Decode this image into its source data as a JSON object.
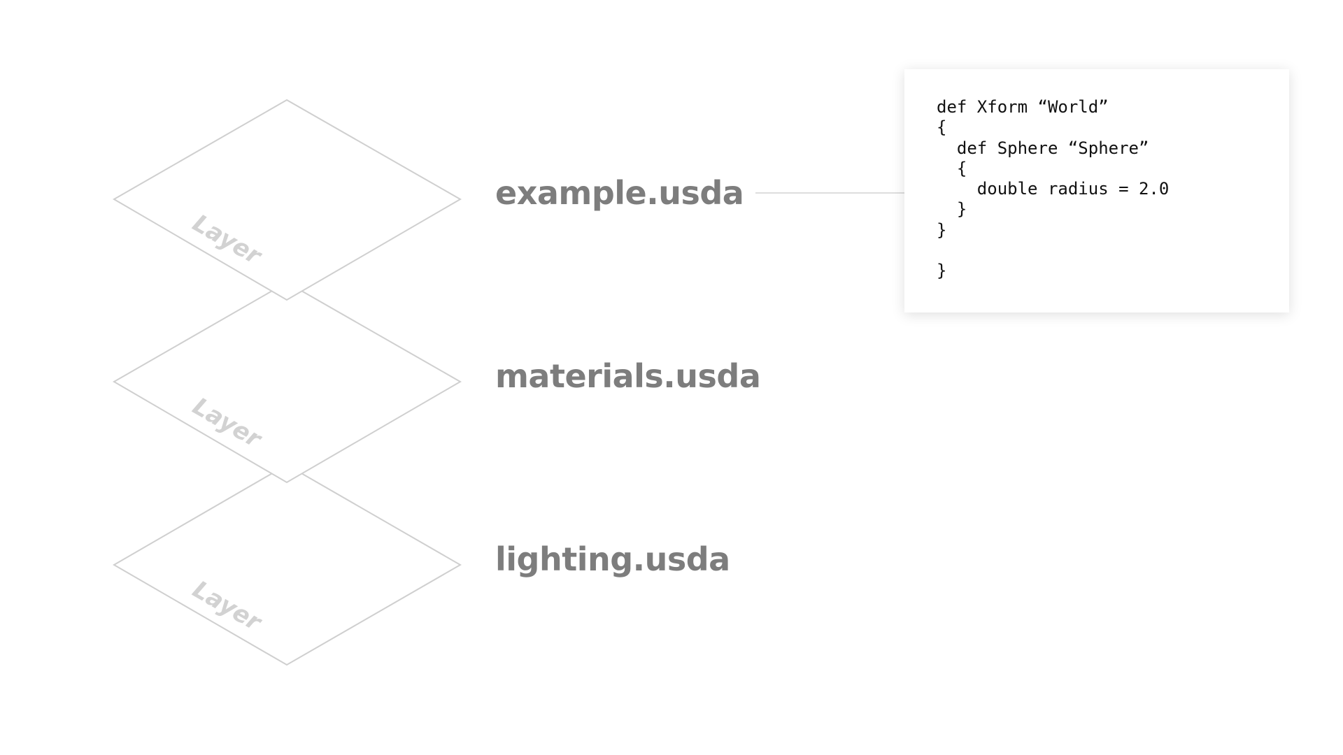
{
  "layers": [
    {
      "file": "example.usda",
      "tag": "Layer"
    },
    {
      "file": "materials.usda",
      "tag": "Layer"
    },
    {
      "file": "lighting.usda",
      "tag": "Layer"
    }
  ],
  "code": {
    "lines": [
      "def Xform “World”",
      "{",
      "  def Sphere “Sphere”",
      "  {",
      "    double radius = 2.0",
      "  }",
      "}",
      "",
      "}"
    ]
  },
  "colors": {
    "outline": "#cfcfcf",
    "file_label": "#7d7d7d",
    "layer_tag": "#d2d2d2",
    "code_text": "#111111"
  }
}
